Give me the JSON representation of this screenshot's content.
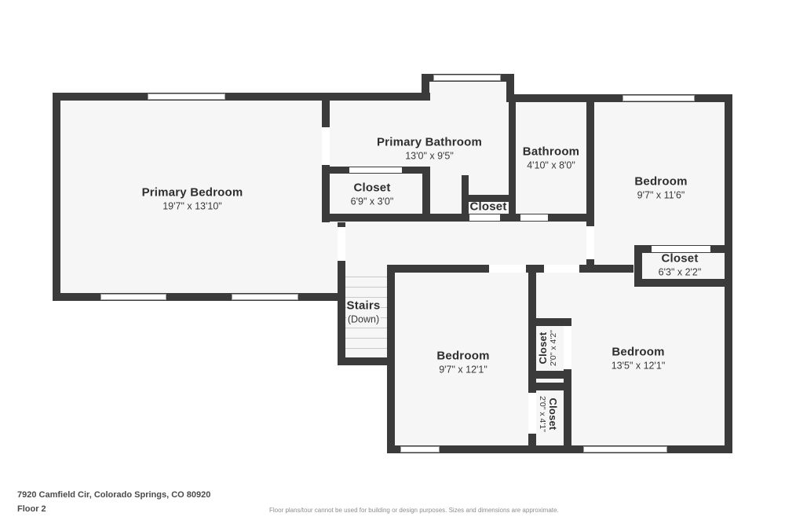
{
  "page": {
    "address": "7920 Camfield Cir, Colorado Springs, CO 80920",
    "floor_label": "Floor 2",
    "disclaimer": "Floor plans/tour cannot be used for building or design purposes. Sizes and dimensions are approximate."
  },
  "colors": {
    "wall": "#3b3b3b",
    "room_fill": "#f6f6f6",
    "stair_line": "#c9c9c9",
    "window_border": "#9a9a9a",
    "label": "#2e2e2e"
  },
  "rooms": [
    {
      "id": "primary-bedroom",
      "name": "Primary Bedroom",
      "dims": "19'7\" x 13'10\""
    },
    {
      "id": "primary-bathroom",
      "name": "Primary Bathroom",
      "dims": "13'0\" x 9'5\""
    },
    {
      "id": "primary-closet",
      "name": "Closet",
      "dims": "6'9\" x 3'0\""
    },
    {
      "id": "hall-closet",
      "name": "Closet",
      "dims": ""
    },
    {
      "id": "bathroom",
      "name": "Bathroom",
      "dims": "4'10\" x 8'0\""
    },
    {
      "id": "bedroom-ne",
      "name": "Bedroom",
      "dims": "9'7\" x 11'6\""
    },
    {
      "id": "closet-ne",
      "name": "Closet",
      "dims": "6'3\" x 2'2\""
    },
    {
      "id": "stairs",
      "name": "Stairs",
      "dims": "(Down)"
    },
    {
      "id": "bedroom-s",
      "name": "Bedroom",
      "dims": "9'7\" x 12'1\""
    },
    {
      "id": "closet-v1",
      "name": "Closet",
      "dims": "2'0\" x 4'2\""
    },
    {
      "id": "closet-v2",
      "name": "Closet",
      "dims": "2'0\" x 4'1\""
    },
    {
      "id": "bedroom-se",
      "name": "Bedroom",
      "dims": "13'5\" x 12'1\""
    }
  ]
}
